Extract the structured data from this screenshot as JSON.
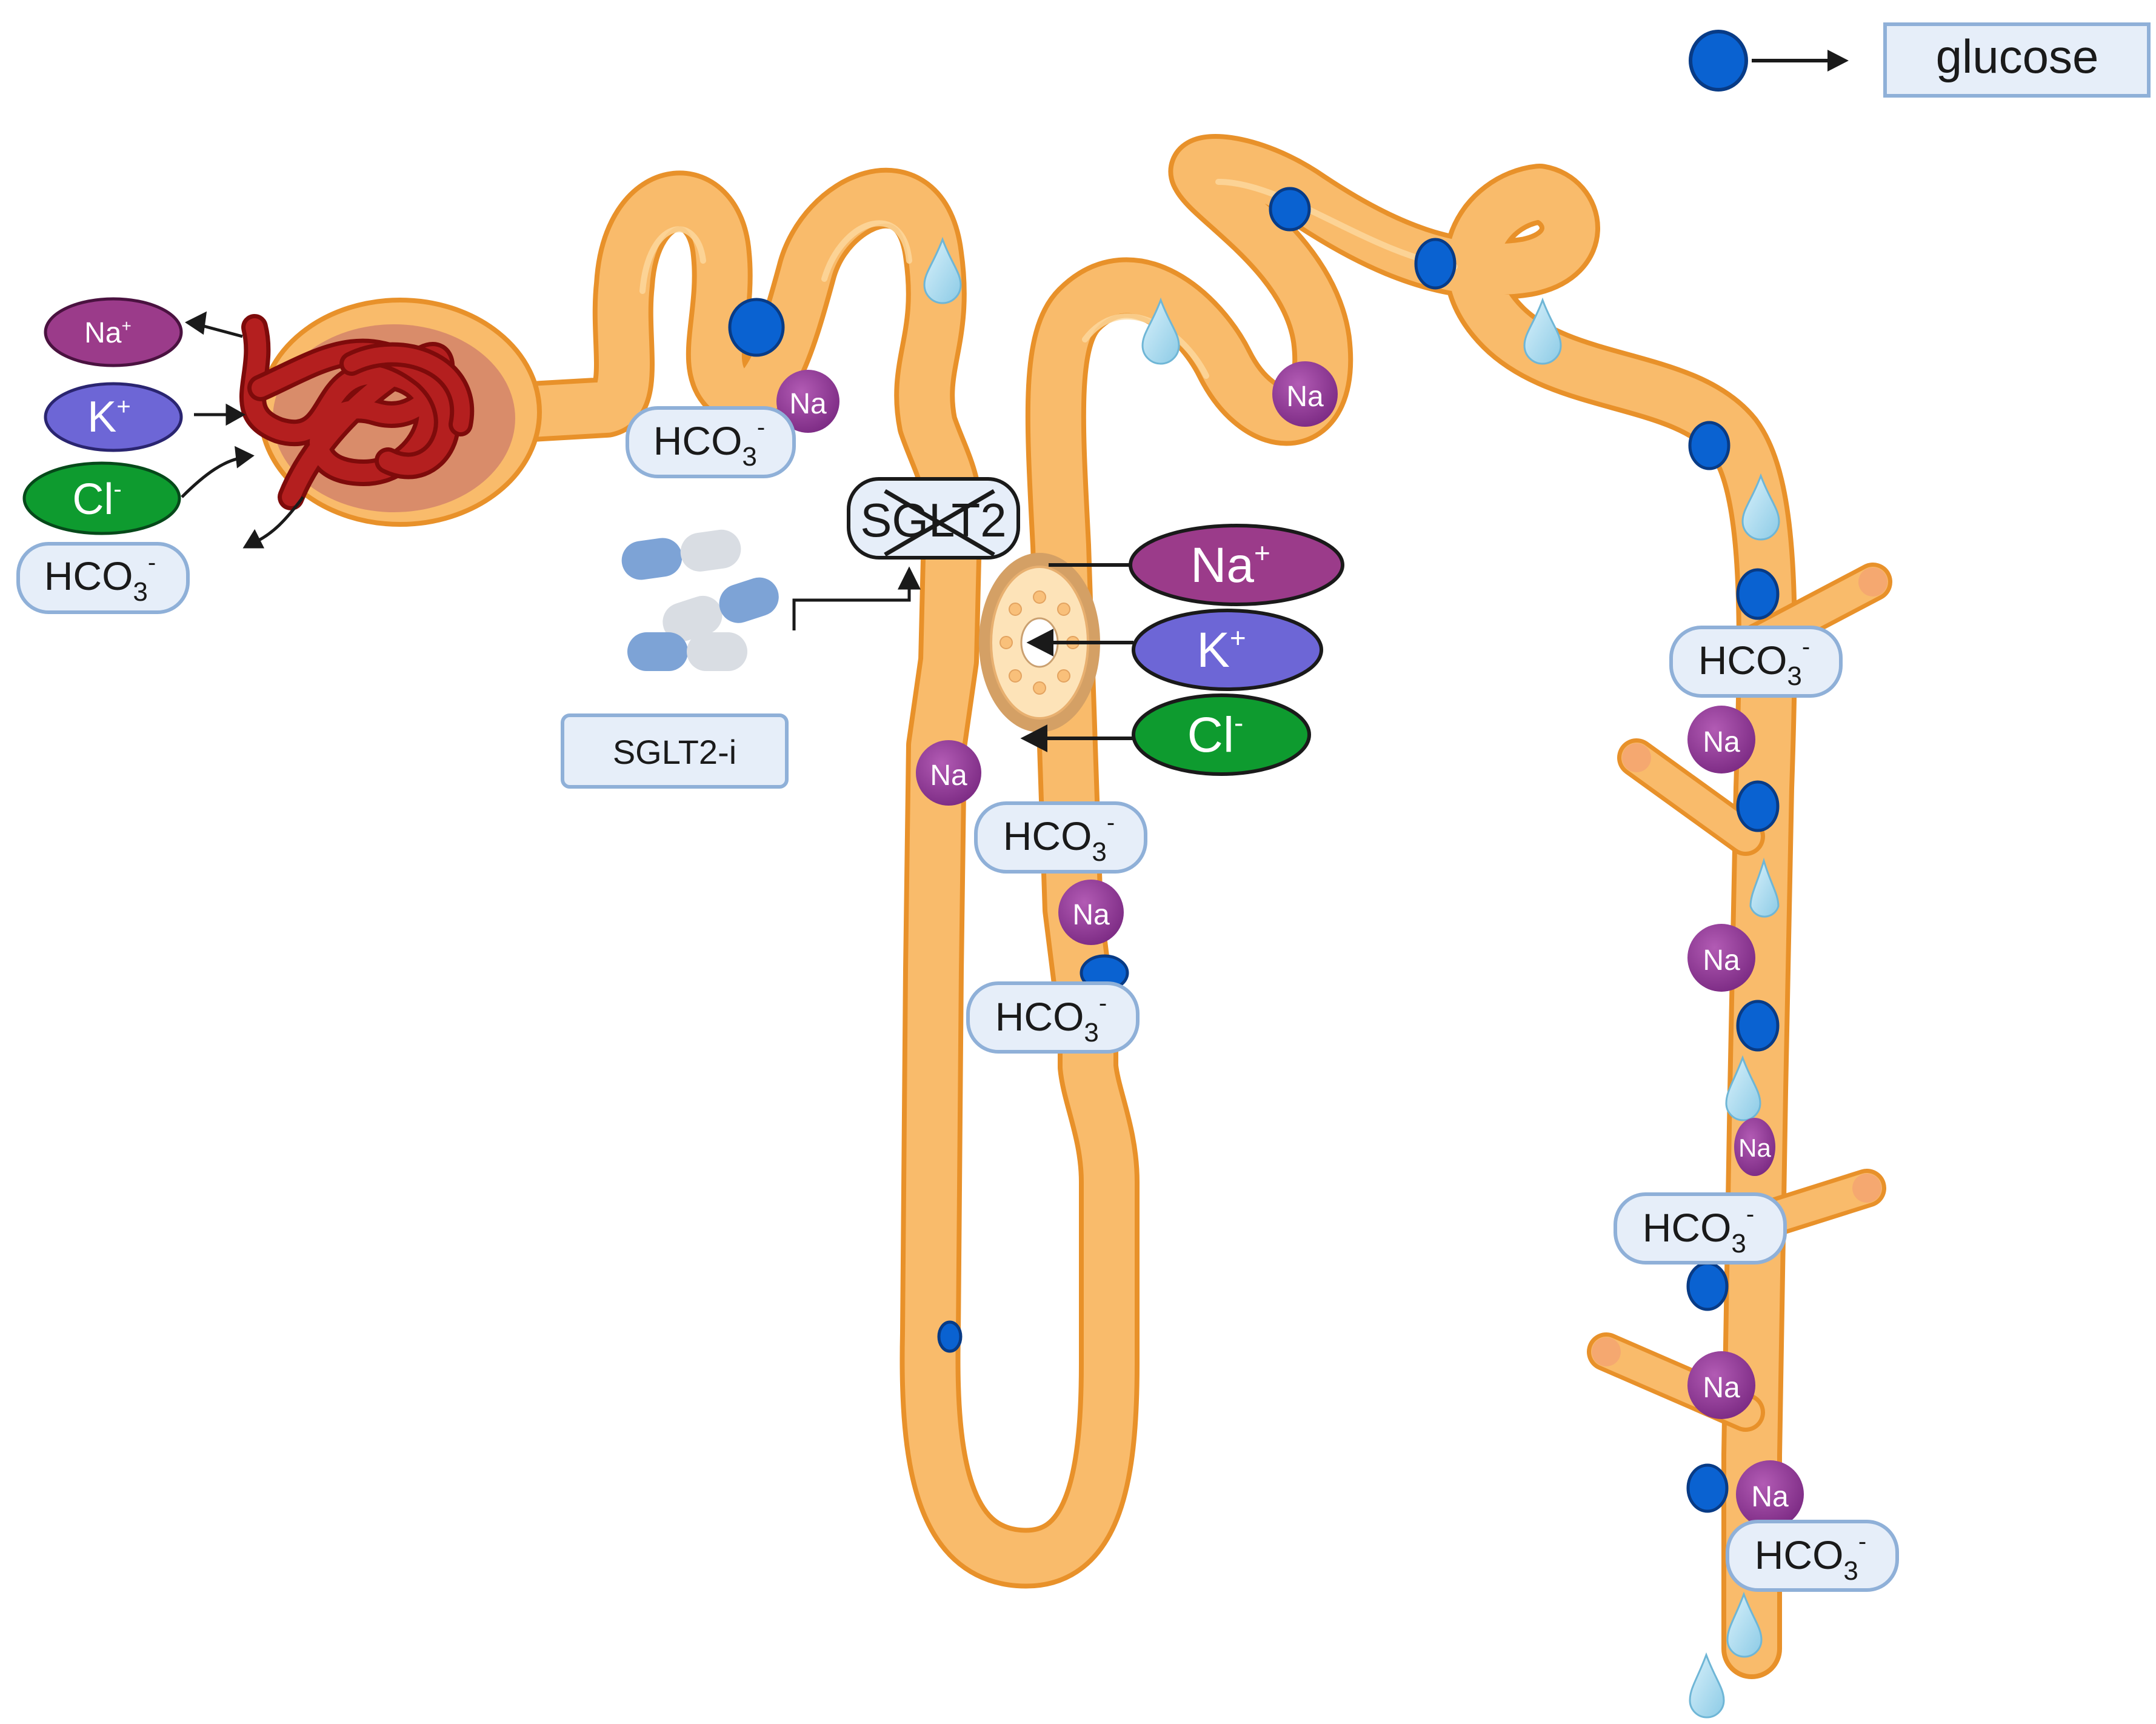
{
  "legend": {
    "glucose_label": "glucose"
  },
  "drug": {
    "label": "SGLT2-i",
    "transporter_label": "SGLT2"
  },
  "ions": {
    "na_plus_base": "Na",
    "plus": "+",
    "k_base": "K",
    "cl_base": "Cl",
    "minus": "-",
    "na": "Na",
    "bicarbonate_base": "HCO",
    "bicarbonate_sub": "3",
    "bicarbonate_sup": "-"
  },
  "colors": {
    "tubule_fill": "#f9bb6b",
    "tubule_stroke": "#e8912a",
    "tubule_highlight": "#fdd9a0",
    "capsule_fill": "#d98c6a",
    "glomerulus": "#b41f1f",
    "glomerulus_dark": "#7e0b0b",
    "glucose": "#0a62d1",
    "glucose_stroke": "#083b86",
    "sodium_ball": "#8c3792",
    "na_ion": "#9b3b8a",
    "k_ion": "#6d66d6",
    "cl_ion": "#0e9b2f",
    "label_box_fill": "#e6eef9",
    "label_box_stroke": "#8fb0d8",
    "water_drop": "#aedcf0",
    "capsule_pill_blue": "#7da3d6",
    "capsule_pill_grey": "#d9dde3"
  }
}
